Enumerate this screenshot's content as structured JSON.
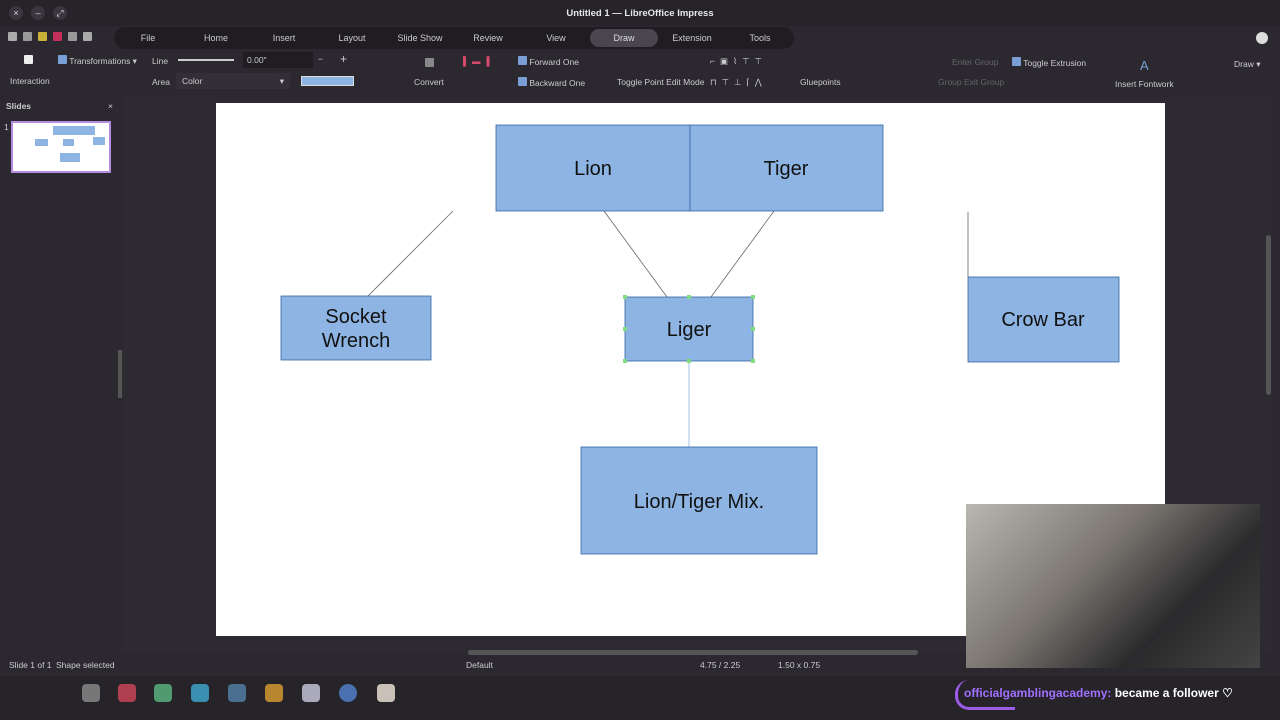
{
  "window": {
    "title": "Untitled 1 — LibreOffice Impress"
  },
  "menu": [
    "File",
    "Home",
    "Insert",
    "Layout",
    "Slide Show",
    "Review",
    "View",
    "Draw",
    "Extension",
    "Tools"
  ],
  "toolbar": {
    "transformations": "Transformations",
    "interaction": "Interaction",
    "line_label": "Line",
    "line_width": "0.00\"",
    "area_label": "Area",
    "area_value": "Color",
    "convert": "Convert",
    "forward_one": "Forward One",
    "backward_one": "Backward One",
    "toggle_point_edit": "Toggle Point Edit Mode",
    "gluepoints": "Gluepoints",
    "group": "Group",
    "enter_group": "Enter Group",
    "exit_group": "Exit Group",
    "toggle_extrusion": "Toggle Extrusion",
    "insert_fontwork": "Insert Fontwork",
    "draw_dropdown": "Draw",
    "fill_color": "#8db4e2"
  },
  "slides_panel": {
    "title": "Slides",
    "slide_number": "1"
  },
  "slide": {
    "shapes": {
      "lion": "Lion",
      "tiger": "Tiger",
      "socket_wrench_1": "Socket",
      "socket_wrench_2": "Wrench",
      "liger": "Liger",
      "crow_bar": "Crow Bar",
      "mix": "Lion/Tiger Mix."
    }
  },
  "status": {
    "slide": "Slide 1 of 1",
    "selection": "Shape selected",
    "layout": "Default",
    "position": "4.75 / 2.25",
    "size": "1.50 x 0.75"
  },
  "overlay": {
    "user": "officialgamblingacademy:",
    "message": "became a follower ♡"
  }
}
